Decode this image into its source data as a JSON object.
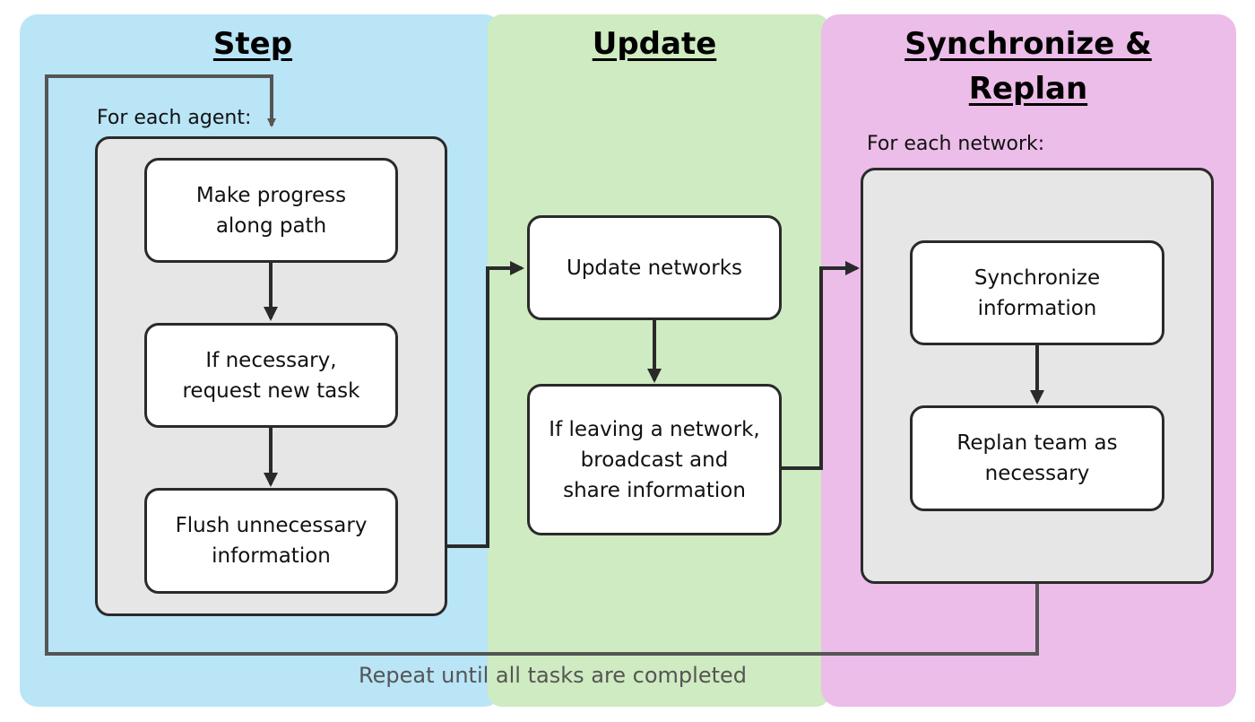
{
  "columns": {
    "step": {
      "title": "Step",
      "group_label": "For each agent:"
    },
    "update": {
      "title": "Update"
    },
    "sync": {
      "title": "Synchronize &\nReplan",
      "group_label": "For each network:"
    }
  },
  "nodes": {
    "make_progress": "Make progress\nalong path",
    "request_task": "If necessary,\nrequest new task",
    "flush_info": "Flush unnecessary\ninformation",
    "update_networks": "Update networks",
    "leaving_network": "If leaving a network,\nbroadcast and\nshare information",
    "synchronize_info": "Synchronize\ninformation",
    "replan_team": "Replan team as\nnecessary"
  },
  "footer": {
    "repeat_note": "Repeat until all tasks are completed"
  },
  "colors": {
    "step_bg": "#b9e5f6",
    "update_bg": "#cfebc1",
    "sync_bg": "#ecbde8",
    "group_bg": "#e6e6e6",
    "arrow": "#2a2a2a",
    "loop_line": "#555555"
  }
}
